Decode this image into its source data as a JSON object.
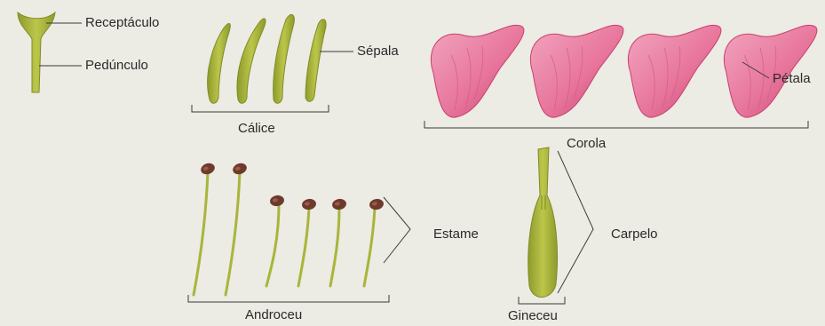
{
  "labels": {
    "receptaculo": "Receptáculo",
    "pedunculo": "Pedúnculo",
    "sepala": "Sépala",
    "calice": "Cálice",
    "petala": "Pétala",
    "corola": "Corola",
    "estame": "Estame",
    "androceu": "Androceu",
    "carpelo": "Carpelo",
    "gineceu": "Gineceu"
  },
  "colors": {
    "background": "#ecebe4",
    "stem_green": "#a9b53a",
    "stem_dark": "#7f8c24",
    "petal_pink": "#e8769c",
    "petal_dark": "#c8406f",
    "anther": "#6e3a2e",
    "line": "#3a3a3a"
  }
}
